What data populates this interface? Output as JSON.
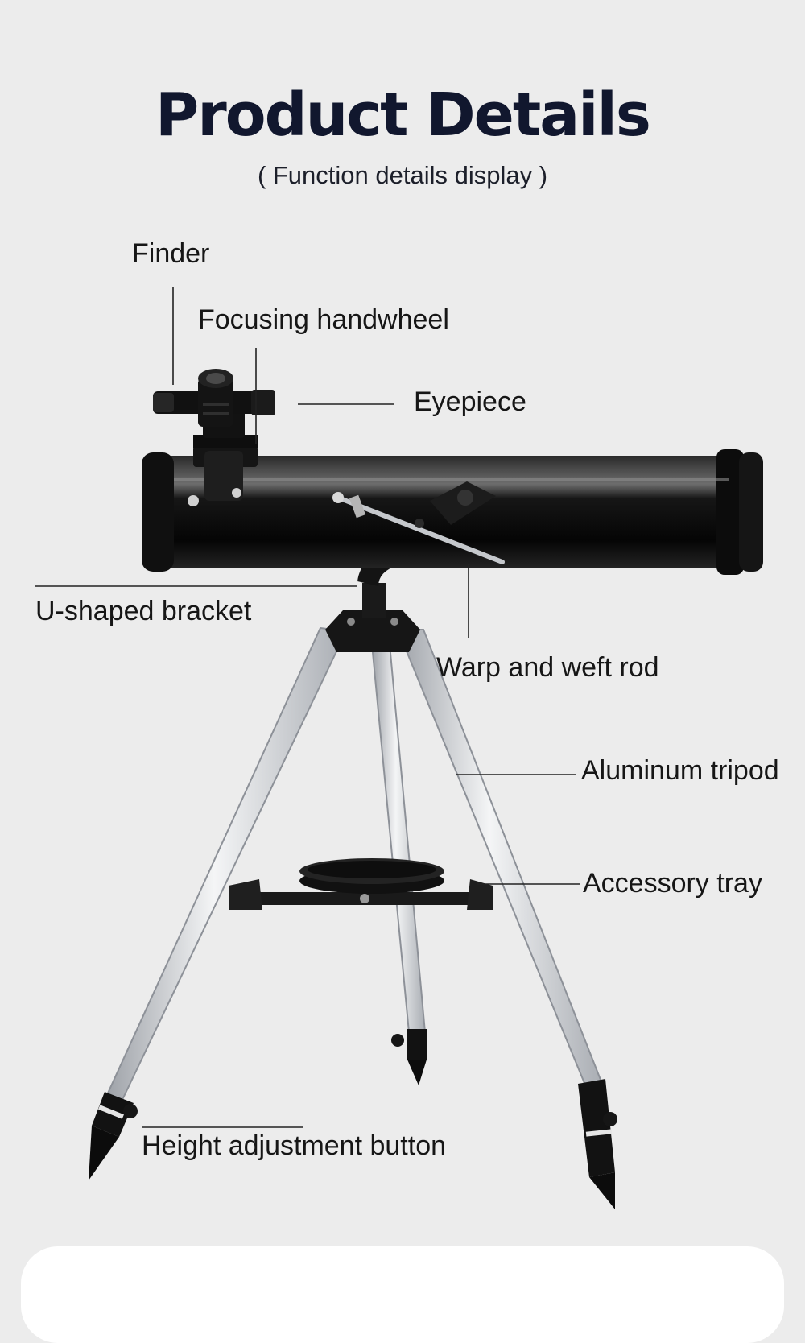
{
  "title": "Product Details",
  "subtitle": "( Function details display )",
  "callouts": {
    "finder": "Finder",
    "focusing_handwheel": "Focusing handwheel",
    "eyepiece": "Eyepiece",
    "u_bracket": "U-shaped bracket",
    "warp_weft_rod": "Warp and weft rod",
    "aluminum_tripod": "Aluminum tripod",
    "accessory_tray": "Accessory tray",
    "height_button": "Height adjustment button"
  },
  "colors": {
    "background": "#ececec",
    "title": "#11172e",
    "tube": "#0b0b0b",
    "leg": "#d7d9dc",
    "card": "#ffffff"
  }
}
